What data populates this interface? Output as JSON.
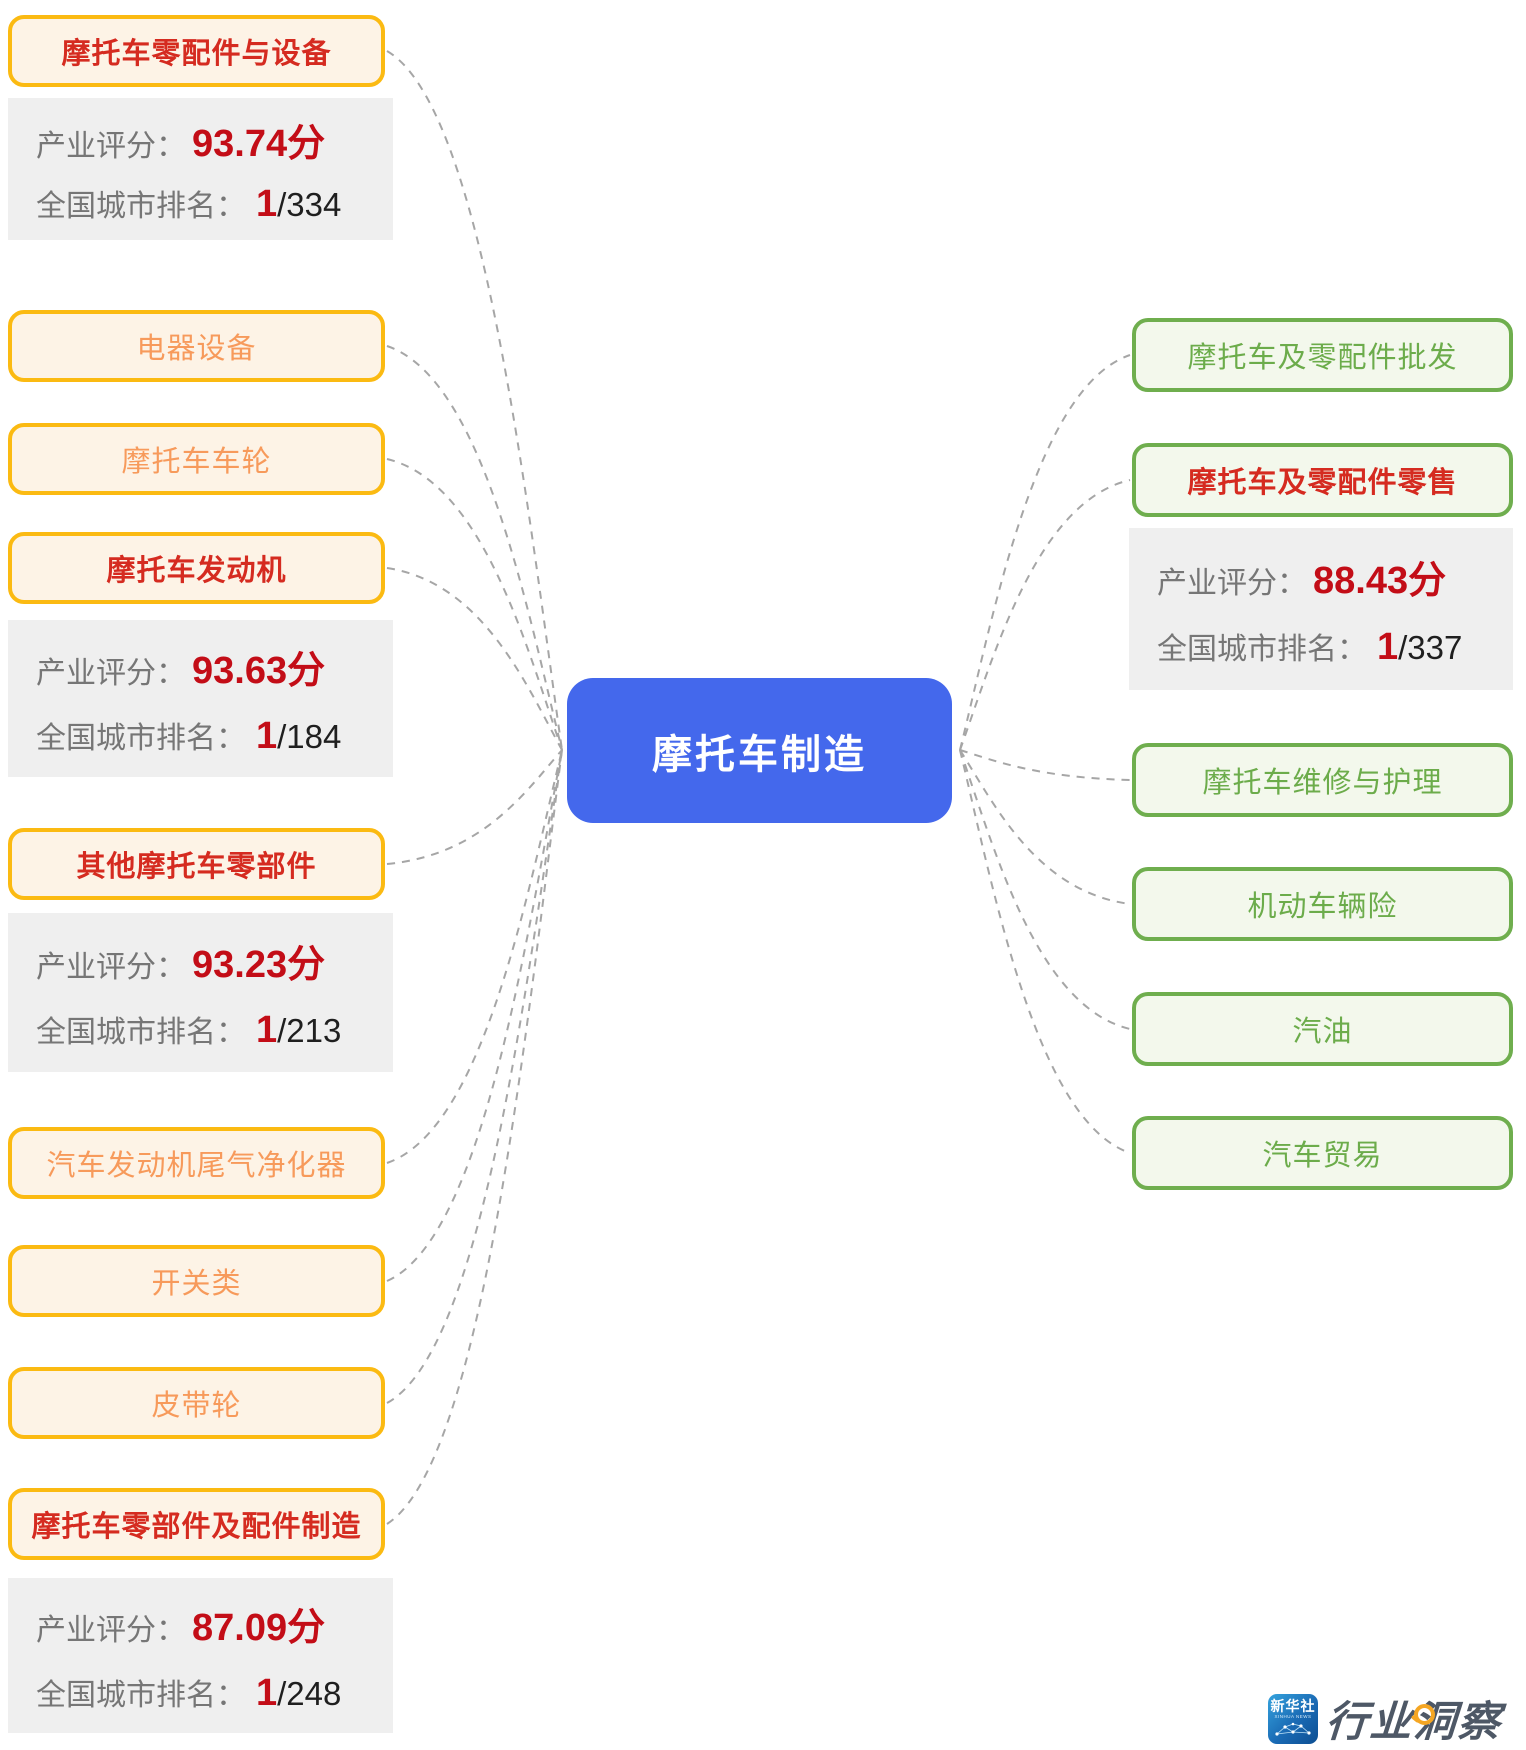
{
  "center": {
    "label": "摩托车制造"
  },
  "left_nodes": [
    {
      "label": "摩托车零配件与设备",
      "emphasis": true,
      "stats": {
        "score_label": "产业评分：",
        "score": "93.74分",
        "rank_label": "全国城市排名：",
        "rank": "1",
        "total": "/334"
      }
    },
    {
      "label": "电器设备",
      "emphasis": false
    },
    {
      "label": "摩托车车轮",
      "emphasis": false
    },
    {
      "label": "摩托车发动机",
      "emphasis": true,
      "stats": {
        "score_label": "产业评分：",
        "score": "93.63分",
        "rank_label": "全国城市排名：",
        "rank": "1",
        "total": "/184"
      }
    },
    {
      "label": "其他摩托车零部件",
      "emphasis": true,
      "stats": {
        "score_label": "产业评分：",
        "score": "93.23分",
        "rank_label": "全国城市排名：",
        "rank": "1",
        "total": "/213"
      }
    },
    {
      "label": "汽车发动机尾气净化器",
      "emphasis": false
    },
    {
      "label": "开关类",
      "emphasis": false
    },
    {
      "label": "皮带轮",
      "emphasis": false
    },
    {
      "label": "摩托车零部件及配件制造",
      "emphasis": true,
      "stats": {
        "score_label": "产业评分：",
        "score": "87.09分",
        "rank_label": "全国城市排名：",
        "rank": "1",
        "total": "/248"
      }
    }
  ],
  "right_nodes": [
    {
      "label": "摩托车及零配件批发",
      "emphasis": false
    },
    {
      "label": "摩托车及零配件零售",
      "emphasis": true,
      "stats": {
        "score_label": "产业评分：",
        "score": "88.43分",
        "rank_label": "全国城市排名：",
        "rank": "1",
        "total": "/337"
      }
    },
    {
      "label": "摩托车维修与护理",
      "emphasis": false
    },
    {
      "label": "机动车辆险",
      "emphasis": false
    },
    {
      "label": "汽油",
      "emphasis": false
    },
    {
      "label": "汽车贸易",
      "emphasis": false
    }
  ],
  "logo": {
    "icon_title": "新华社",
    "icon_subtitle": "XINHUA NEWS",
    "wordmark": "行业洞察"
  },
  "colors": {
    "center_blue": "#4468EC",
    "upstream_border": "#FBBA12",
    "upstream_bg": "#FDF3E6",
    "upstream_text": "#F79A5B",
    "downstream_border": "#6FAE4E",
    "downstream_bg": "#F3F8EC",
    "downstream_text": "#6CAC4B",
    "emphasis_red": "#D52B20",
    "score_red": "#C30D17",
    "stats_bg": "#EFEFEF",
    "stats_label": "#767676",
    "connector_line": "#A6A6A6",
    "logo_slate": "#4E5866",
    "logo_orange": "#F5A623"
  }
}
